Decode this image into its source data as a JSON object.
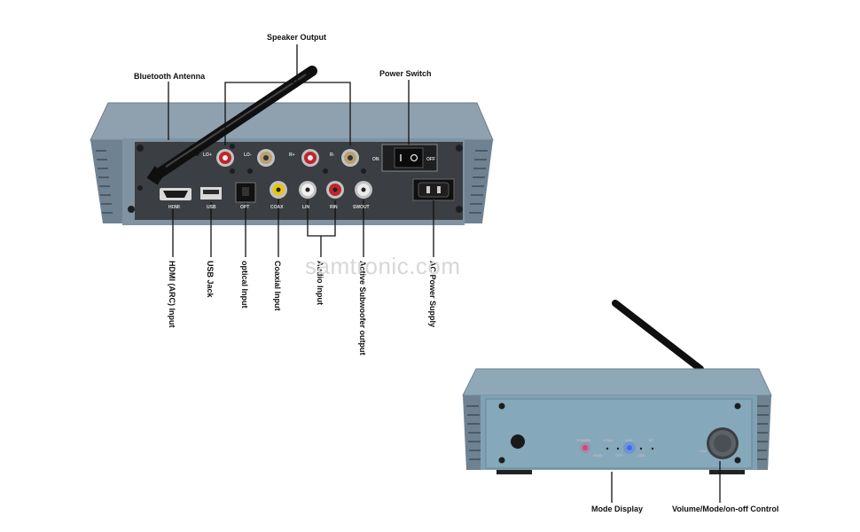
{
  "watermark": "samtronic.com",
  "callouts": {
    "speaker_output": "Speaker Output",
    "bluetooth_antenna": "Bluetooth Antenna",
    "power_switch": "Power Switch",
    "hdmi_input": "HDMI (ARC) Input",
    "usb_jack": "USB Jack",
    "optical_input": "optical Input",
    "coaxial_input": "Coaxial  Input",
    "audio_input": "Audio  Input",
    "subwoofer_output": "Active Subwoofer output",
    "ac_power_supply": "AC Power Supply",
    "mode_display": "Mode Display",
    "control_knob": "Volume/Mode/on-off Control"
  },
  "rear_panel_labels": {
    "lo_plus": "LO+",
    "lo_minus": "LO-",
    "r_plus": "R+",
    "r_minus": "R-",
    "on": "ON",
    "off": "OFF",
    "hdmi": "HDMI",
    "usb": "USB",
    "opt": "OPT",
    "coax": "COAX",
    "lin": "LIN",
    "rin": "RIN",
    "swout": "SWOUT"
  },
  "front_panel_labels": {
    "power": "POWER",
    "coax": "COAX",
    "aux": "AUX",
    "bt": "BT",
    "hdmi": "HDMI",
    "opt": "OPT",
    "usb": "USB",
    "vol": "VOL"
  },
  "colors": {
    "chassis": "#7f93a2",
    "panel": "#3b3e42",
    "power_led": "#e0407a",
    "aux_led": "#3a6cff"
  }
}
